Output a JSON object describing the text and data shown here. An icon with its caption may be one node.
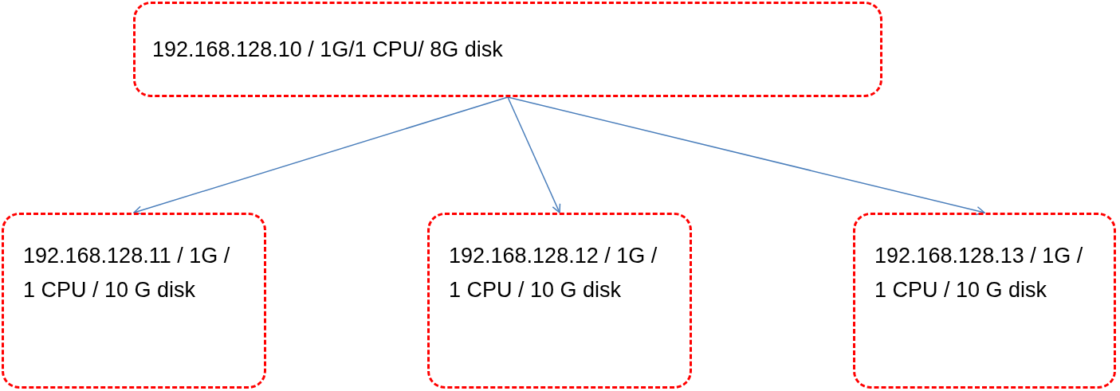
{
  "diagram": {
    "nodes": [
      {
        "text": [
          "192.168.128.10 / 1G/1 CPU/ 8G disk"
        ]
      },
      {
        "text": [
          "192.168.128.11 / 1G / 1 CPU / 10 G disk"
        ]
      },
      {
        "text": [
          "192.168.128.12 / 1G / 1 CPU / 10 G disk"
        ]
      },
      {
        "text": [
          "192.168.128.13 / 1G / 1 CPU / 10 G disk"
        ]
      }
    ],
    "edges": [
      {
        "from": 0,
        "to": 1,
        "arrow": "to"
      },
      {
        "from": 0,
        "to": 2,
        "arrow": "to"
      },
      {
        "from": 0,
        "to": 3,
        "arrow": "to"
      }
    ]
  }
}
